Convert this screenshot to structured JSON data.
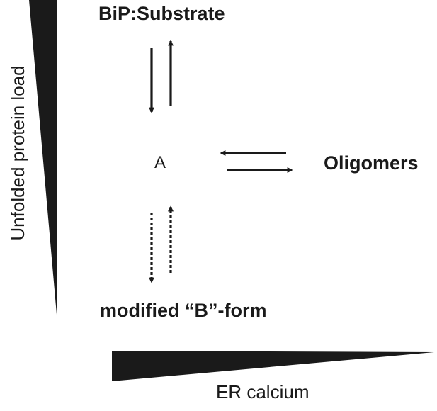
{
  "nodes": {
    "bip_substrate": "BiP:Substrate",
    "state_a": "A",
    "oligomers": "Oligomers",
    "modified_b_form": "modified “B”-form"
  },
  "gradients": {
    "vertical_label": "Unfolded protein load",
    "horizontal_label": "ER calcium"
  },
  "colors": {
    "ink": "#1a1a1a",
    "background": "#ffffff"
  }
}
